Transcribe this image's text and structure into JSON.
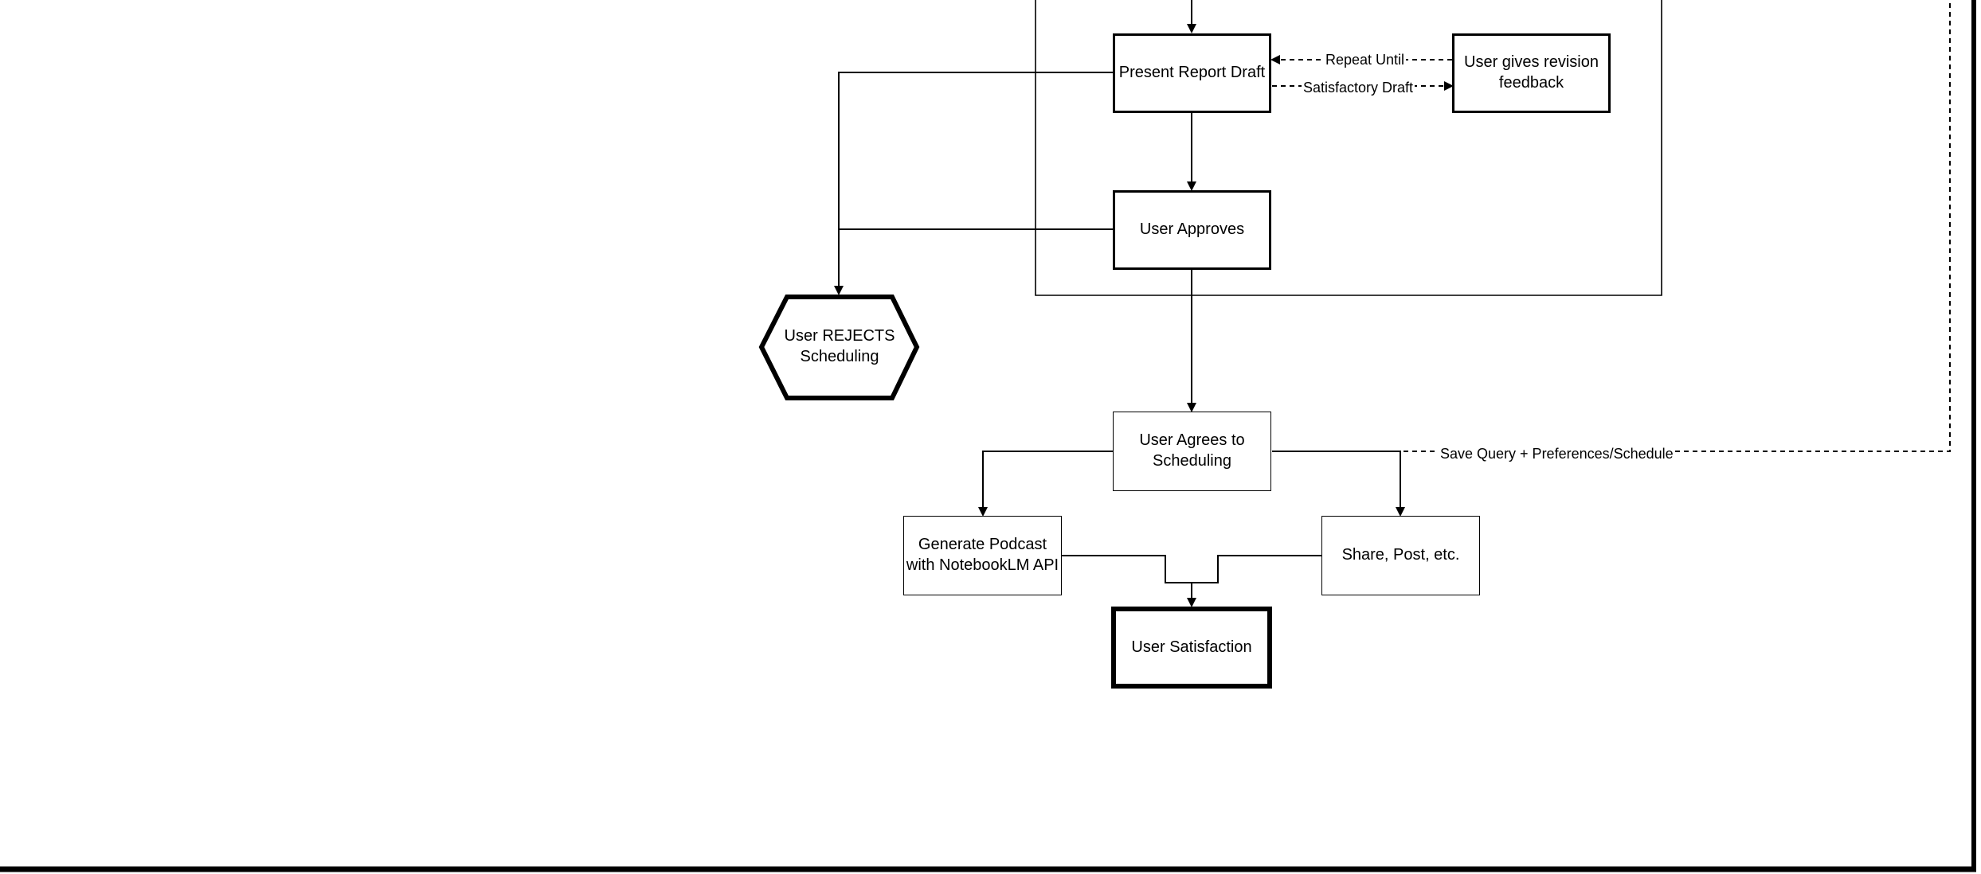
{
  "nodes": {
    "present_report_draft": "Present Report Draft",
    "user_revision_feedback": "User gives revision feedback",
    "user_approves": "User Approves",
    "user_rejects": "User REJECTS Scheduling",
    "user_agrees": "User Agrees to Scheduling",
    "generate_podcast": "Generate Podcast with NotebookLM API",
    "share_post": "Share, Post, etc.",
    "user_satisfaction": "User Satisfaction"
  },
  "edge_labels": {
    "repeat_until": "Repeat Until",
    "satisfactory_draft": "Satisfactory Draft",
    "save_query": "Save Query + Preferences/Schedule"
  },
  "colors": {
    "stroke": "#000000",
    "background": "#ffffff"
  }
}
